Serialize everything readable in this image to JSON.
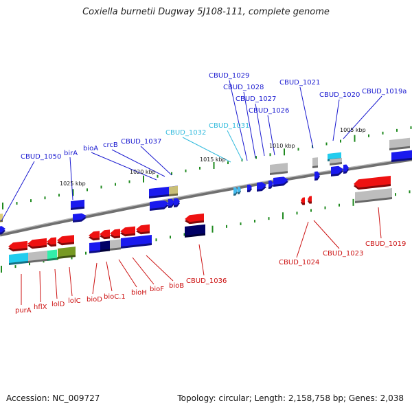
{
  "title": "Coxiella burnetii Dugway 5J108-111, complete genome",
  "accession": "Accession: NC_009727",
  "topology": "Topology: circular; Length: 2,158,758 bp; Genes: 2,038",
  "colors": {
    "forward_label": "#1a1ad0",
    "reverse_label": "#cc1111",
    "pseudo_label": "#33bbdd",
    "backbone": "#808080",
    "tick": "#1f8a1f"
  },
  "scale_labels": [
    "1005 kbp",
    "1010 kbp",
    "1015 kbp",
    "1020 kbp",
    "1025 kbp"
  ],
  "forward_labels": [
    "CBUD_1050",
    "birA",
    "bioA",
    "crcB",
    "CBUD_1037",
    "CBUD_1029",
    "CBUD_1028",
    "CBUD_1027",
    "CBUD_1026",
    "CBUD_1021",
    "CBUD_1020",
    "CBUD_1019a"
  ],
  "pseudo_labels": [
    "CBUD_1032",
    "CBUD_1031"
  ],
  "reverse_labels": [
    "purA",
    "hflX",
    "lolD",
    "lolC",
    "bioD",
    "bioC.1",
    "bioH",
    "bioF",
    "bioB",
    "CBUD_1036",
    "CBUD_1024",
    "CBUD_1023",
    "CBUD_1019"
  ]
}
